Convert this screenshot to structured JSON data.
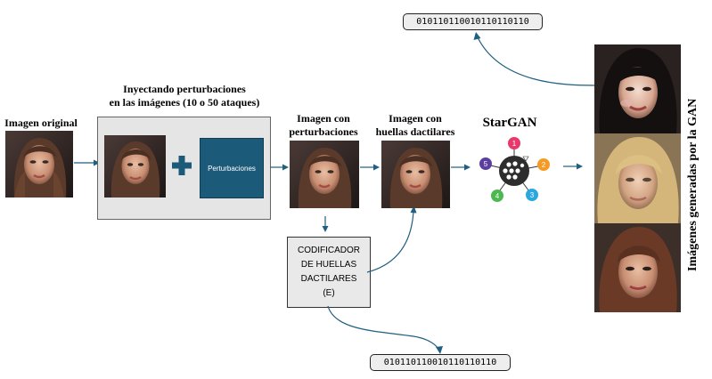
{
  "labels": {
    "original_image": "Imagen original",
    "injecting_line1": "Inyectando perturbaciones",
    "injecting_line2": "en las imágenes (10 o 50 ataques)",
    "perturbations": "Perturbaciones",
    "perturbed_line1": "Imagen con",
    "perturbed_line2": "perturbaciones",
    "fingerprint_line1": "Imagen con",
    "fingerprint_line2": "huellas dactilares",
    "stargan": "StarGAN",
    "generated": "Imágenes generadas por la GAN"
  },
  "encoder": {
    "line1": "CODIFICADOR",
    "line2": "DE HUELLAS",
    "line3": "DACTILARES",
    "line4": "(E)"
  },
  "codes": {
    "top": "010110110010110110110",
    "bottom": "010110110010110110110"
  },
  "stargan_nodes": [
    "1",
    "2",
    "3",
    "4",
    "5"
  ],
  "colors": {
    "arrow": "#1f5f80",
    "panel": "#e5e5e5",
    "perturbations_box": "#1c5a7a",
    "node1": "#e8396b",
    "node2": "#f59a23",
    "node3": "#29a7de",
    "node4": "#4db84f",
    "node5": "#5b3fa0"
  }
}
